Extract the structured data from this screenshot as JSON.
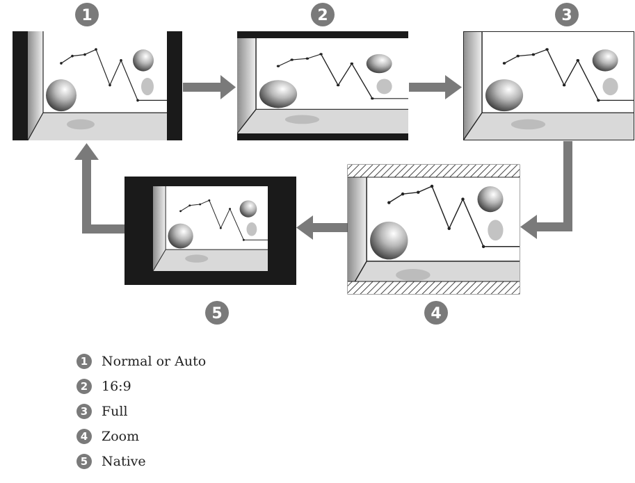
{
  "modes": [
    {
      "number": "1",
      "label": "Normal or Auto"
    },
    {
      "number": "2",
      "label": "16:9"
    },
    {
      "number": "3",
      "label": "Full"
    },
    {
      "number": "4",
      "label": "Zoom"
    },
    {
      "number": "5",
      "label": "Native"
    }
  ],
  "colors": {
    "badge": "#7a7a7a",
    "arrow": "#7a7a7a",
    "frame": "#1a1a1a"
  }
}
